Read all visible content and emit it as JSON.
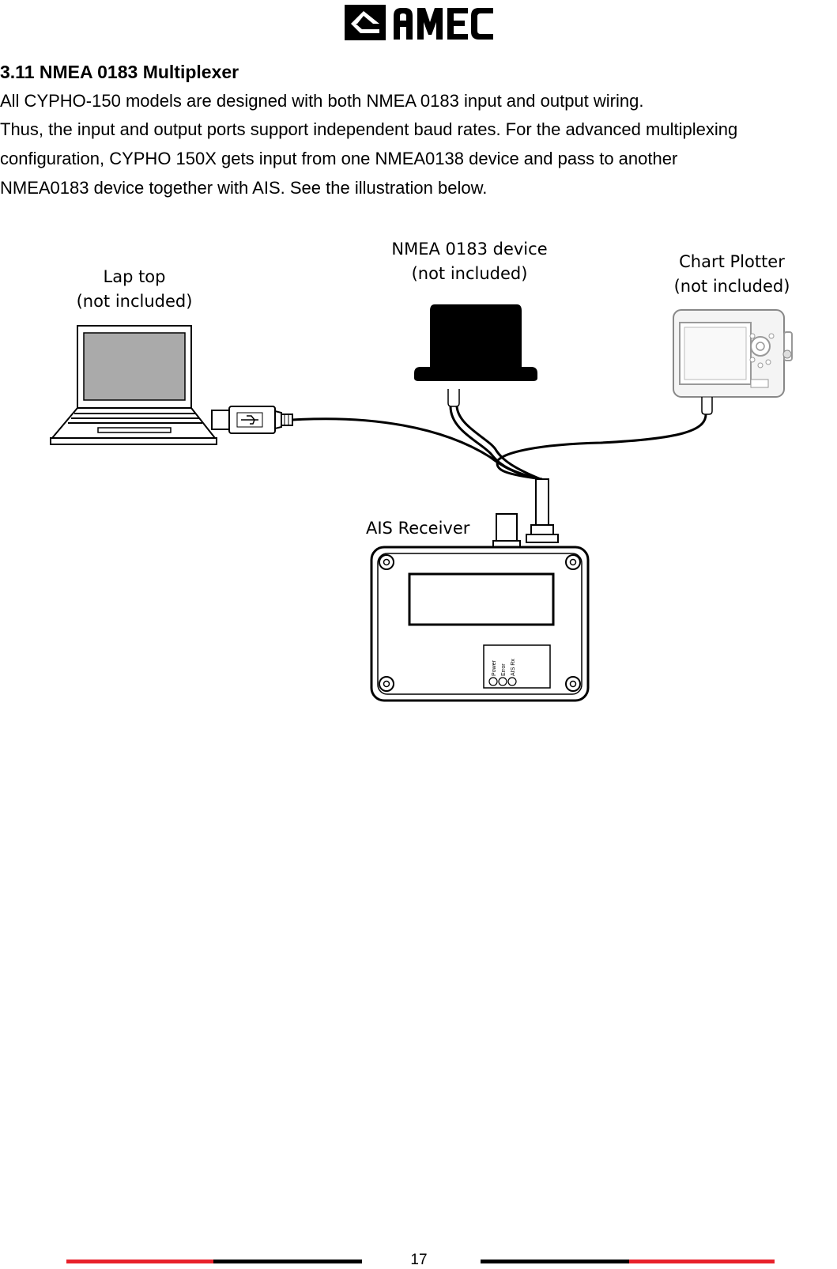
{
  "header": {
    "logo_text": "AMEC"
  },
  "section": {
    "heading": "3.11 NMEA 0183 Multiplexer",
    "lines": [
      "All CYPHO-150 models are designed with both NMEA 0183 input and output wiring.",
      "Thus, the input and output ports support independent baud rates. For the advanced multiplexing",
      "configuration, CYPHO 150X gets input from one NMEA0138 device and pass to another",
      "NMEA0183 device together with AIS. See the illustration below."
    ]
  },
  "diagram": {
    "laptop": {
      "line1": "Lap top",
      "line2": "(not included)"
    },
    "nmea_device": {
      "line1": "NMEA 0183 device",
      "line2": "(not included)"
    },
    "chart_plotter": {
      "line1": "Chart Plotter",
      "line2": "(not included)"
    },
    "ais_receiver": {
      "label": "AIS Receiver"
    },
    "led_labels": [
      "Power",
      "Error",
      "AIS Rx"
    ]
  },
  "footer": {
    "page_number": "17",
    "colors": {
      "red": "#e8202a",
      "black": "#000000"
    }
  }
}
